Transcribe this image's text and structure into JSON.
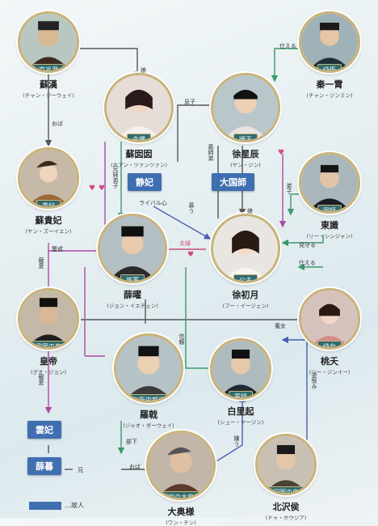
{
  "characters": [
    {
      "id": "su_han",
      "name": "蘇漢",
      "role": "京兆尹",
      "actor": "(チャン・ジーウェイ)"
    },
    {
      "id": "qin_yixiao",
      "name": "秦一霄",
      "role": "侍衛",
      "actor": "(チャン・ジンミン)"
    },
    {
      "id": "su_yinyin",
      "name": "蘇囡囡",
      "role": "令嬢",
      "actor": "(ホアン・ツァンツァン)"
    },
    {
      "id": "xu_xingchen",
      "name": "徐星辰",
      "role": "順王",
      "actor": "(ヤン・ジン)"
    },
    {
      "id": "su_guifei",
      "name": "蘇貴妃",
      "role": "貴妃",
      "actor": "(ヤン・ズーイエン)"
    },
    {
      "id": "dong_shi",
      "name": "東識",
      "role": "国師",
      "actor": "(リー・シンジャン)"
    },
    {
      "id": "xue_yao",
      "name": "薛曜",
      "role": "将軍",
      "actor": "(ジョン・イエチェン)"
    },
    {
      "id": "xu_chuyue",
      "name": "徐初月",
      "role": "公主",
      "actor": "(フー・イージェン)"
    },
    {
      "id": "huangdi",
      "name": "皇帝",
      "role": "南梁国の皇帝",
      "actor": "(グオ・ジョン)"
    },
    {
      "id": "tao_yao",
      "name": "桃夭",
      "role": "侍女",
      "actor": "(リー・ジンイー)"
    },
    {
      "id": "luo_ji",
      "name": "羅戟",
      "role": "左衛中郎将",
      "actor": "(ジャオ・ダーウェイ)"
    },
    {
      "id": "bai_liqi",
      "name": "白里起",
      "role": "軍師",
      "actor": "(シュー・ヤージン)"
    },
    {
      "id": "da_ao",
      "name": "大奥様",
      "role": "薛家の大奥様",
      "actor": "(ワン・チン)"
    },
    {
      "id": "beize_hou",
      "name": "北沢侯",
      "role": "北沢国の皇子",
      "actor": "(ドゥ・ホウジア)"
    }
  ],
  "deceased": [
    {
      "id": "jingfei",
      "name": "静妃"
    },
    {
      "id": "daguoshi",
      "name": "大国師"
    },
    {
      "id": "yunfei",
      "name": "雲妃"
    },
    {
      "id": "xue_ji",
      "name": "薛暮"
    }
  ],
  "labels": {
    "musume1": "娘",
    "serve1": "仕える",
    "oba1": "おば",
    "musuko": "息子",
    "kyoudai": "兄妹弟子",
    "gifu": "義姉弟",
    "rival": "ライバル心",
    "kashi": "弟子",
    "fuufu": "夫婦",
    "musume2": "娘",
    "mieru": "見守る",
    "serve2": "仕える",
    "keikai": "警戒",
    "chouai1": "寵愛",
    "chouai2": "寵愛",
    "mizu": "養女",
    "shinrai": "信頼",
    "gyakuurami": "逆恨み",
    "buka": "部下",
    "kirau": "嫌う",
    "oba2": "おば",
    "ani": "兄",
    "ayumu": "慕う"
  },
  "legend": {
    "text": "…故人"
  }
}
